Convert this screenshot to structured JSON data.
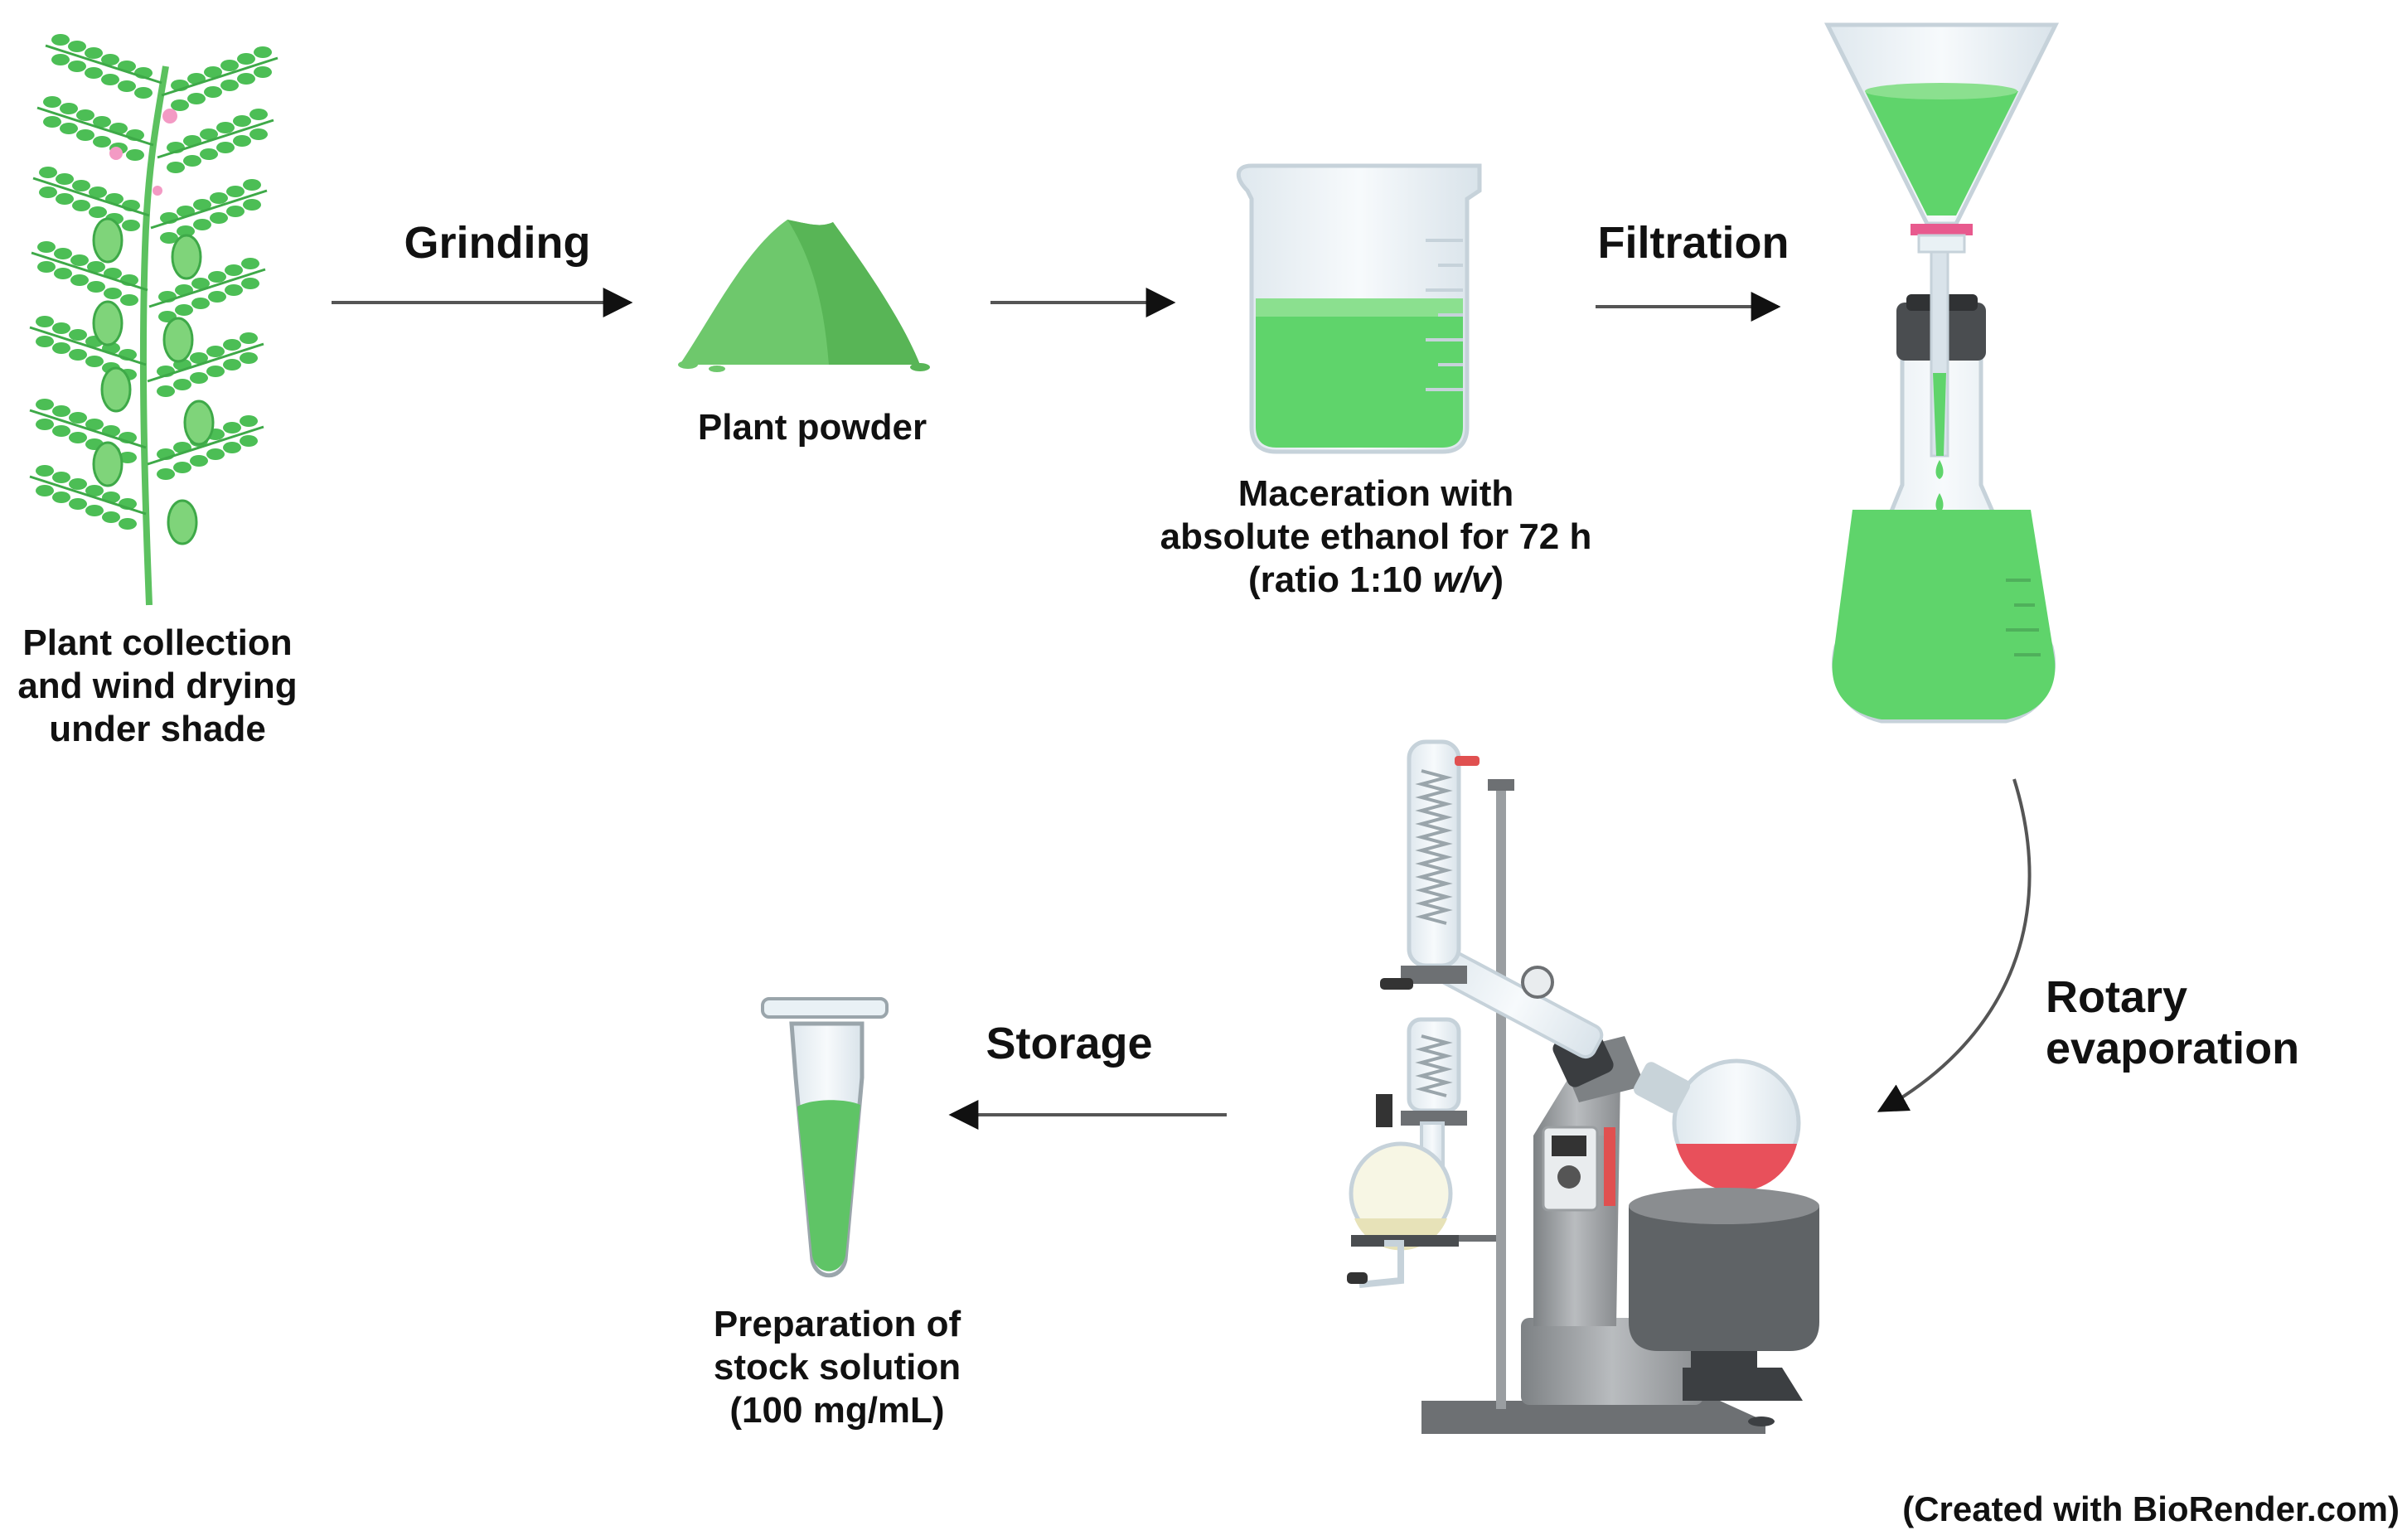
{
  "diagram": {
    "steps": {
      "grinding": "Grinding",
      "filtration": "Filtration",
      "rotary_evaporation_line1": "Rotary",
      "rotary_evaporation_line2": "evaporation",
      "storage": "Storage"
    },
    "nodes": {
      "plant": [
        "Plant collection",
        "and wind drying",
        "under shade"
      ],
      "powder": "Plant powder",
      "maceration": [
        "Maceration with",
        "absolute ethanol for 72 h",
        "(ratio 1:10 "
      ],
      "maceration_italic": "w/v",
      "maceration_close": ")",
      "stock": [
        "Preparation of",
        "stock solution",
        "(100 mg/mL)"
      ]
    },
    "credit": "(Created with BioRender.com)"
  },
  "colors": {
    "leaf_green": "#4cbe55",
    "liquid_green": "#5fd46b",
    "powder_green": "#6ec86c",
    "glass": "#e9f1f5",
    "red_liquid": "#e8505b",
    "metal_gray": "#8a8d90",
    "text": "#111111"
  }
}
